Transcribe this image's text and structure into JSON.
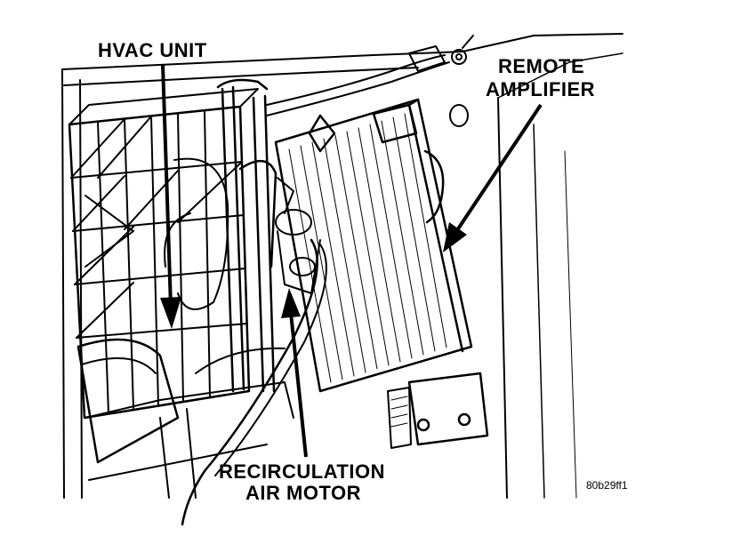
{
  "labels": {
    "hvac_unit": "HVAC UNIT",
    "remote_amplifier_line1": "REMOTE",
    "remote_amplifier_line2": "AMPLIFIER",
    "recirc_line1": "RECIRCULATION",
    "recirc_line2": "AIR MOTOR",
    "figure_code": "80b29ff1"
  },
  "colors": {
    "ink": "#000000",
    "paper": "#ffffff"
  }
}
